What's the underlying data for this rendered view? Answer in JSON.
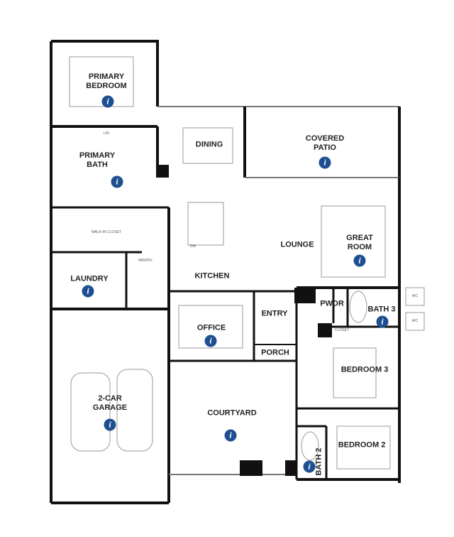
{
  "colors": {
    "info_icon": "#1d4f91",
    "wall": "#111111",
    "fixture": "#888888"
  },
  "info_icon_glyph": "i",
  "rooms": {
    "primary_bedroom": "PRIMARY\nBEDROOM",
    "primary_bath": "PRIMARY\nBATH",
    "dining": "DINING",
    "covered_patio": "COVERED\nPATIO",
    "lounge": "LOUNGE",
    "great_room": "GREAT\nROOM",
    "kitchen": "KITCHEN",
    "laundry": "LAUNDRY",
    "office": "OFFICE",
    "entry": "ENTRY",
    "porch": "PORCH",
    "pwdr": "PWDR",
    "bath3": "BATH 3",
    "bedroom3": "BEDROOM 3",
    "garage": "2-CAR\nGARAGE",
    "courtyard": "COURTYARD",
    "bedroom2": "BEDROOM 2",
    "bath2": "BATH 2"
  },
  "notes": {
    "walk_in_closet": "WALK-IN CLOSET",
    "pantry": "PANTRY",
    "lin": "LIN",
    "ac1": "A/C",
    "ac2": "A/C",
    "dw": "DW",
    "closet": "CLOSET"
  }
}
